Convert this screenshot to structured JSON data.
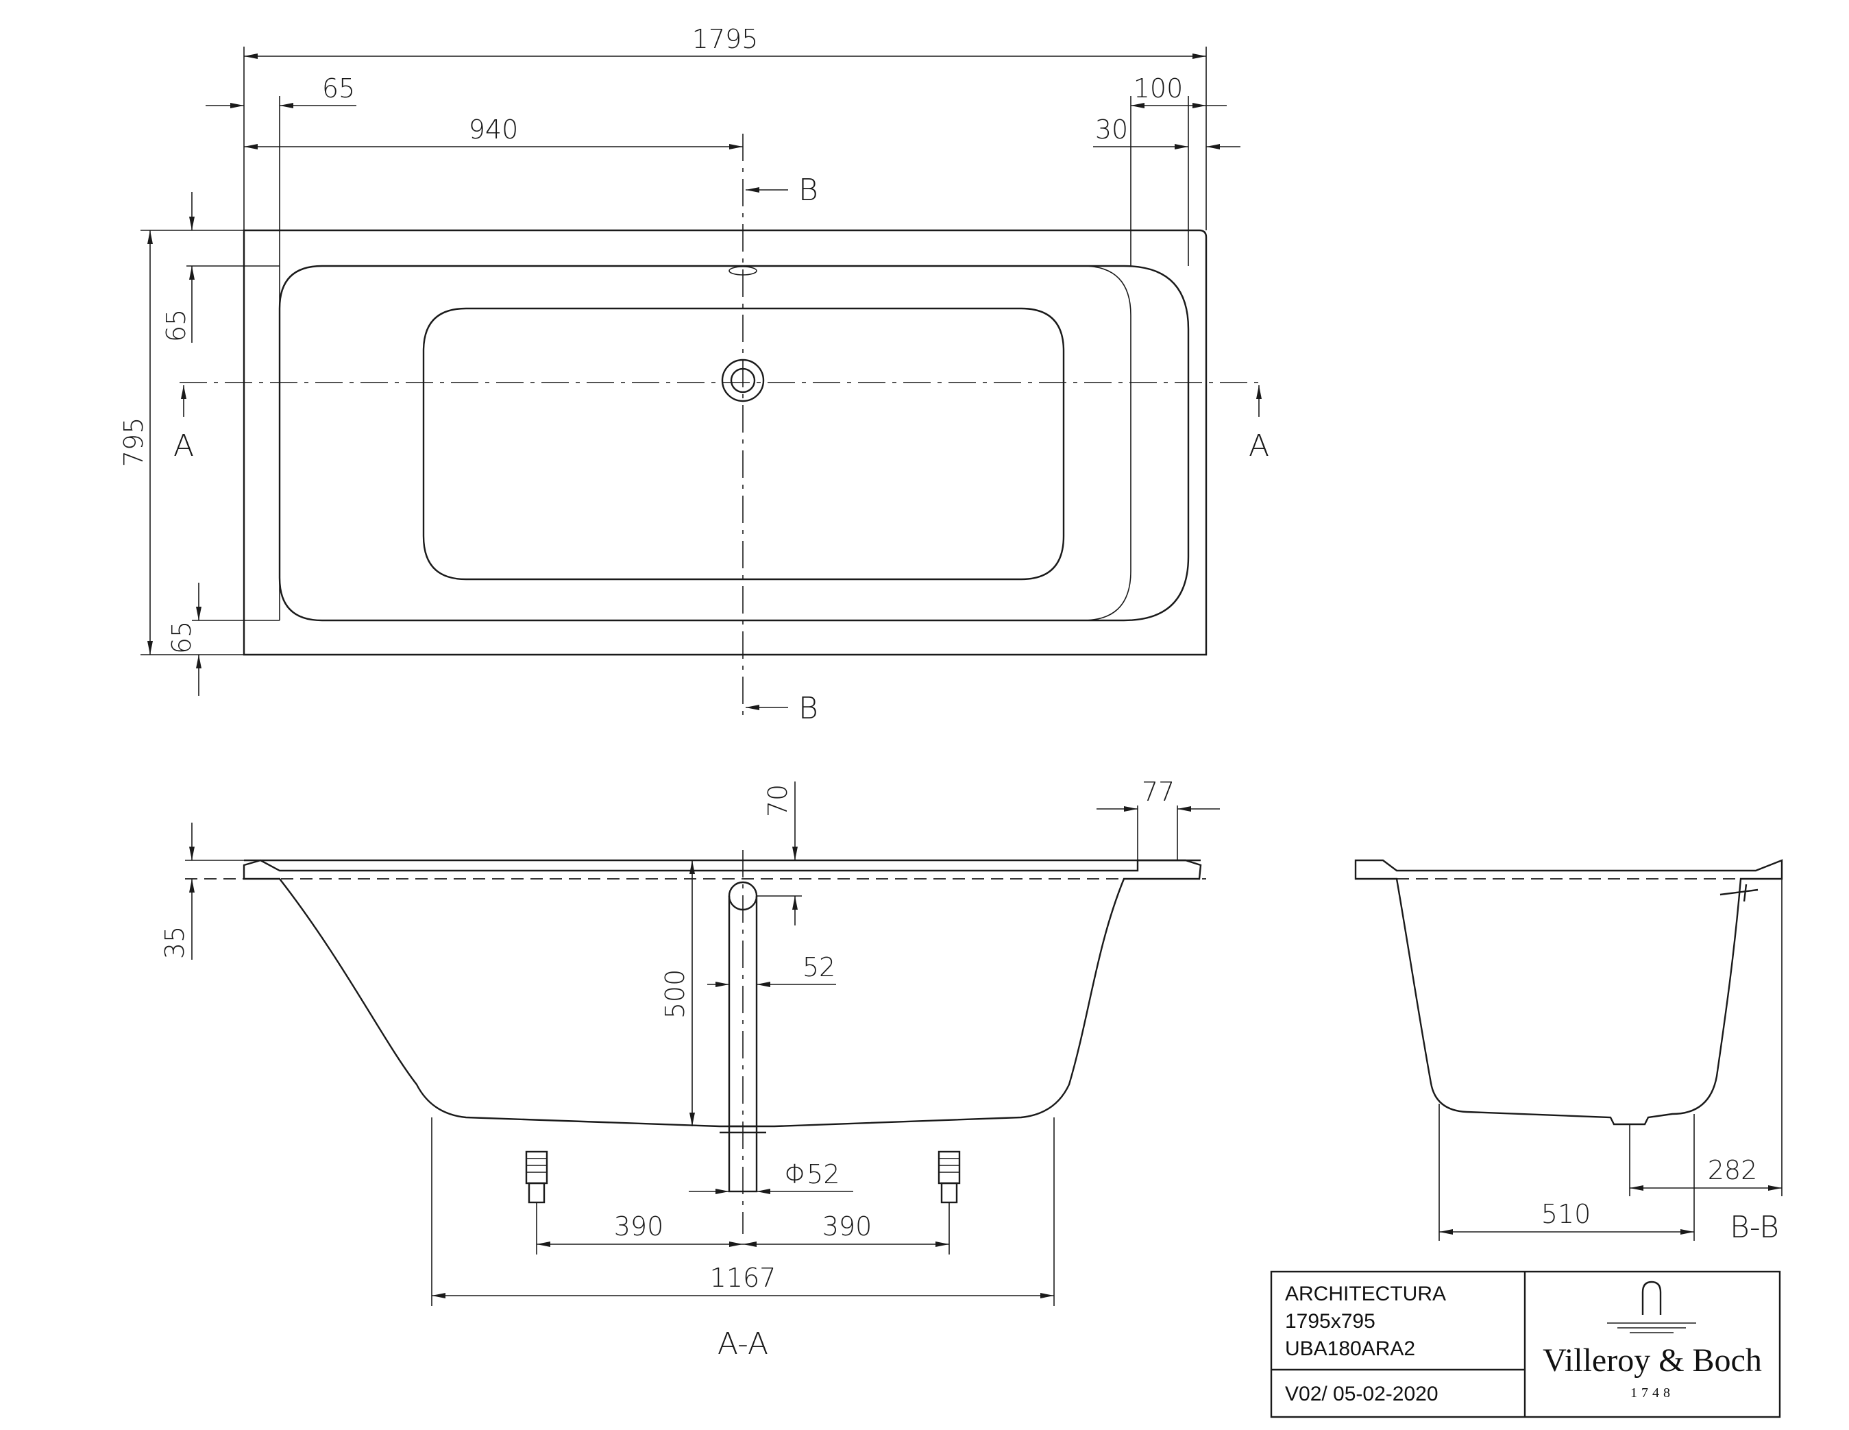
{
  "dimensions": {
    "overall_length": "1795",
    "rim_left": "65",
    "drain_offset": "940",
    "rim_right": "100",
    "rim_right_inner": "30",
    "overall_width": "795",
    "rim_top": "65",
    "rim_bottom": "65",
    "overflow_height": "70",
    "rim_thickness": "35",
    "depth": "500",
    "overflow_diameter": "52",
    "waste_diameter": "Φ52",
    "foot_left": "390",
    "foot_right": "390",
    "base_length": "1167",
    "rim_end": "77",
    "side_offset": "282",
    "side_base": "510"
  },
  "sections": {
    "a_marker": "A",
    "b_marker": "B",
    "aa_label": "A-A",
    "bb_label": "B-B"
  },
  "title_block": {
    "product": "ARCHITECTURA",
    "size": "1795x795",
    "code": "UBA180ARA2",
    "version": "V02/ 05-02-2020",
    "brand": "Villeroy & Boch",
    "founded": "1748"
  }
}
